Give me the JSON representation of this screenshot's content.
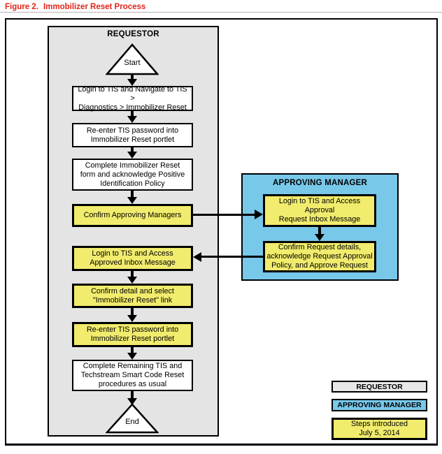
{
  "title": {
    "label": "Figure 2.",
    "text": "Immobilizer Reset Process"
  },
  "lanes": {
    "requestor_label": "REQUESTOR",
    "manager_label": "APPROVING MANAGER"
  },
  "flow": {
    "start_label": "Start",
    "end_label": "End",
    "requestor_steps": [
      {
        "text": "Login to TIS and Navigate to TIS >\nDiagnostics > Immobilizer Reset",
        "highlighted": false
      },
      {
        "text": "Re-enter TIS password into\nImmobilizer Reset portlet",
        "highlighted": false
      },
      {
        "text": "Complete Immobilizer Reset\nform and acknowledge Positive\nIdentification Policy",
        "highlighted": false
      },
      {
        "text": "Confirm Approving Managers",
        "highlighted": true
      },
      {
        "text": "Login to TIS and Access\nApproved Inbox Message",
        "highlighted": true
      },
      {
        "text": "Confirm detail and select\n\"Immobilizer Reset\" link",
        "highlighted": true
      },
      {
        "text": "Re-enter TIS password into\nImmobilizer Reset portlet",
        "highlighted": true
      },
      {
        "text": "Complete Remaining TIS and\nTechstream Smart Code Reset\nprocedures as usual",
        "highlighted": false
      }
    ],
    "manager_steps": [
      {
        "text": "Login to TIS and Access Approval\nRequest Inbox Message",
        "highlighted": true
      },
      {
        "text": "Confirm Request details,\nacknowledge Request Approval\nPolicy, and Approve Request",
        "highlighted": true
      }
    ]
  },
  "legend": {
    "requestor": "REQUESTOR",
    "approving_manager": "APPROVING MANAGER",
    "new_steps": "Steps introduced\nJuly 5, 2014"
  },
  "colors": {
    "highlight_yellow": "#f1ec6d",
    "manager_blue": "#78c8ea",
    "requestor_gray": "#e4e4e4",
    "title_red": "#e2231a"
  }
}
